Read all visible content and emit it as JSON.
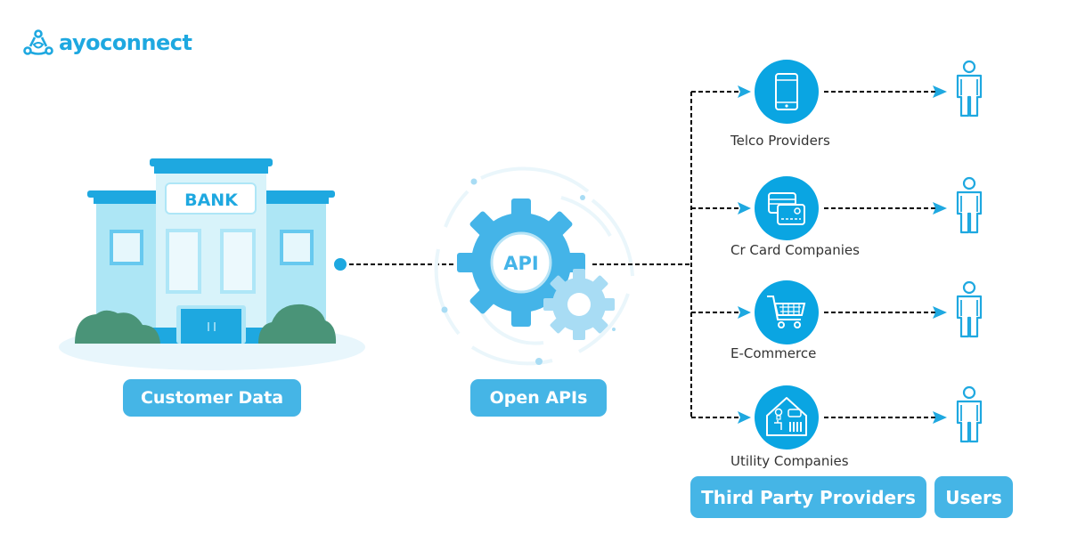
{
  "brand": {
    "name": "ayoconnect",
    "icon": "ayoconnect-logo-icon",
    "color": "#1ea8e0"
  },
  "bank": {
    "sign": "BANK",
    "door_mark": "II",
    "label": "Customer Data"
  },
  "api": {
    "gear_text": "API",
    "label": "Open APIs"
  },
  "providers": [
    {
      "name": "Telco Providers",
      "icon": "tablet-icon"
    },
    {
      "name": "Cr Card Companies",
      "icon": "credit-card-icon"
    },
    {
      "name": "E-Commerce",
      "icon": "shopping-cart-icon"
    },
    {
      "name": "Utility Companies",
      "icon": "utility-house-icon"
    }
  ],
  "users": {
    "icon": "user-icon",
    "count": 4
  },
  "footer": {
    "providers_label": "Third Party Providers",
    "users_label": "Users"
  },
  "colors": {
    "accent": "#1ea8e0",
    "pill": "#45b5e6",
    "circle": "#0aa5e2",
    "bush": "#4a9478",
    "gear_light": "#a8dcf4",
    "connector": "#000000"
  }
}
